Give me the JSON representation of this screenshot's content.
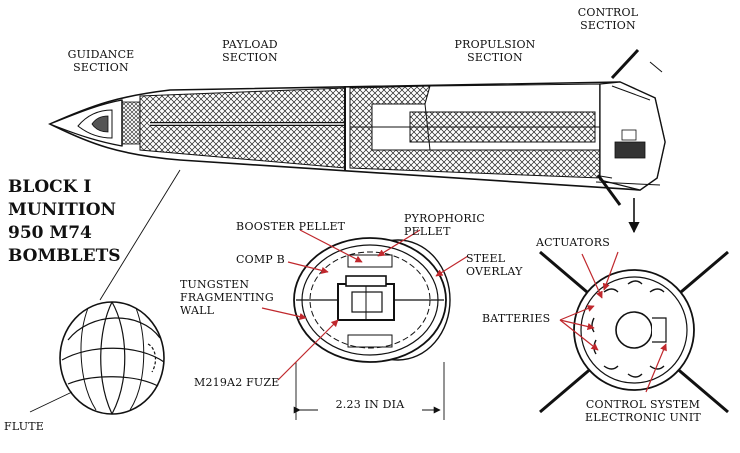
{
  "labels": {
    "guidance_section": [
      "GUIDANCE",
      "SECTION"
    ],
    "payload_section": [
      "PAYLOAD",
      "SECTION"
    ],
    "propulsion_section": [
      "PROPULSION",
      "SECTION"
    ],
    "control_section": [
      "CONTROL",
      "SECTION"
    ],
    "block_title": [
      "BLOCK I",
      "MUNITION",
      "950 M74",
      "BOMBLETS"
    ],
    "booster_pellet": "BOOSTER PELLET",
    "pyrophoric_pellet": [
      "PYROPHORIC",
      "PELLET"
    ],
    "comp_b": "COMP B",
    "steel_overlay": [
      "STEEL",
      "OVERLAY"
    ],
    "tungsten_wall": [
      "TUNGSTEN",
      "FRAGMENTING",
      "WALL"
    ],
    "fuze": "M219A2 FUZE",
    "diameter": "2.23 IN DIA",
    "flute": "FLUTE",
    "actuators": "ACTUATORS",
    "batteries": "BATTERIES",
    "control_unit": [
      "CONTROL SYSTEM",
      "ELECTRONIC UNIT"
    ]
  },
  "colors": {
    "ink": "#111111",
    "callout_red": "#c0282d",
    "paper": "#ffffff"
  }
}
